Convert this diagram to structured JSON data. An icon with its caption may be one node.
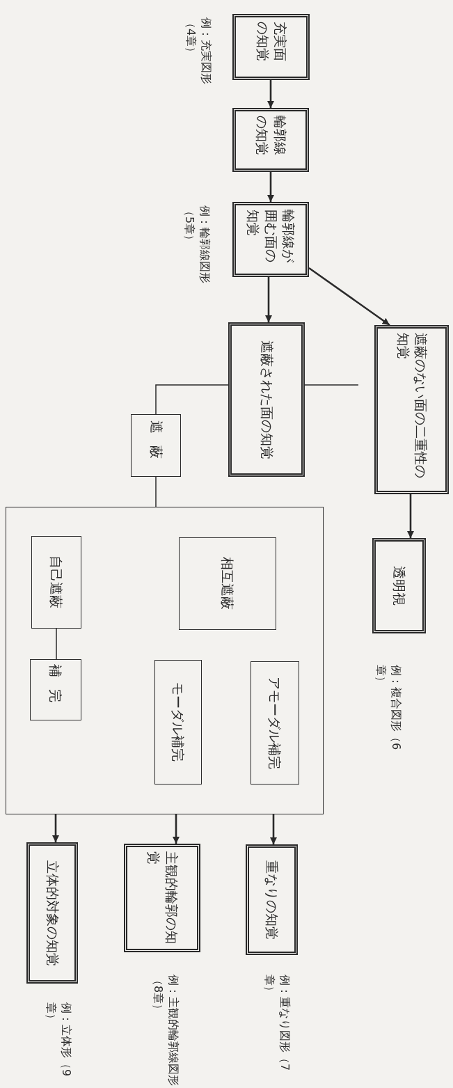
{
  "diagram": {
    "nodes": [
      {
        "text": [
          "充実面の知覚"
        ],
        "beside": [
          "例：充実図形（4章）"
        ]
      },
      {
        "text": [
          "輪郭線の知覚"
        ]
      },
      {
        "text": [
          "輪郭線が囲む面の知覚"
        ],
        "beside": [
          "例：輪郭線図形（5章）"
        ]
      },
      {
        "text": [
          "遮蔽のない面の二重性の知覚"
        ]
      },
      {
        "text": [
          "透明視"
        ],
        "beside": [
          "例：複合図形（6章）"
        ]
      },
      {
        "text": [
          "遮蔽された面の知覚"
        ]
      },
      {
        "text": [
          "遮蔽"
        ]
      },
      {
        "text": [],
        "shape": "box"
      },
      {
        "text": [
          "相互遮蔽"
        ],
        "in": 7
      },
      {
        "text": [
          "アモーダル補完"
        ],
        "in": 7
      },
      {
        "text": [
          "モーダル補完"
        ],
        "in": 7
      },
      {
        "text": [
          "自己遮蔽"
        ],
        "in": 7
      },
      {
        "text": [
          "補完"
        ],
        "in": 7
      },
      {
        "text": [
          "重なりの知覚"
        ],
        "beside": [
          "例：重なり図形（7章）"
        ]
      },
      {
        "text": [
          "主観的輪郭の知覚"
        ],
        "beside": [
          "例：主観的輪郭線図形（8章）"
        ]
      },
      {
        "text": [
          "立体的対象の知覚"
        ],
        "beside": [
          "例：立体形（9章）"
        ]
      }
    ],
    "edges": [
      {
        "from": 0,
        "to": 1,
        "arrow": "to"
      },
      {
        "from": 1,
        "to": 2,
        "arrow": "to"
      },
      {
        "from": 2,
        "to": 5,
        "arrow": "to"
      },
      {
        "from": 2,
        "to": 3,
        "arrow": "to"
      },
      {
        "from": 3,
        "to": 4,
        "arrow": "to"
      },
      {
        "from": 5,
        "to": 6,
        "arrow": "none"
      },
      {
        "from": 5,
        "to": null,
        "arrow": "none"
      },
      {
        "from": 6,
        "to": 7,
        "arrow": "none"
      },
      {
        "from": 11,
        "to": 12,
        "arrow": "none"
      },
      {
        "from": 7,
        "to": 13,
        "arrow": "to"
      },
      {
        "from": 7,
        "to": 14,
        "arrow": "to"
      },
      {
        "from": 7,
        "to": 15,
        "arrow": "to"
      }
    ]
  }
}
